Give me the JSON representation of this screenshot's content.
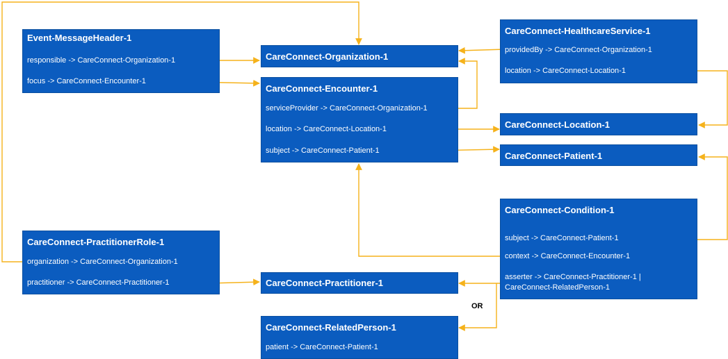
{
  "diagram": {
    "line_color": "#f5b21b",
    "box_color": "#0b5cbf",
    "or_label": "OR",
    "boxes": {
      "message_header": {
        "title": "Event-MessageHeader-1",
        "fields": [
          "responsible -> CareConnect-Organization-1",
          "focus -> CareConnect-Encounter-1"
        ]
      },
      "organization": {
        "title": "CareConnect-Organization-1"
      },
      "encounter": {
        "title": "CareConnect-Encounter-1",
        "fields": [
          "serviceProvider -> CareConnect-Organization-1",
          "location -> CareConnect-Location-1",
          "subject -> CareConnect-Patient-1"
        ]
      },
      "healthcare_service": {
        "title": "CareConnect-HealthcareService-1",
        "fields": [
          "providedBy -> CareConnect-Organization-1",
          "location -> CareConnect-Location-1"
        ]
      },
      "location": {
        "title": "CareConnect-Location-1"
      },
      "patient": {
        "title": "CareConnect-Patient-1"
      },
      "condition": {
        "title": "CareConnect-Condition-1",
        "fields": [
          "subject -> CareConnect-Patient-1",
          "context -> CareConnect-Encounter-1",
          "asserter -> CareConnect-Practitioner-1 | CareConnect-RelatedPerson-1"
        ]
      },
      "practitioner_role": {
        "title": "CareConnect-PractitionerRole-1",
        "fields": [
          "organization -> CareConnect-Organization-1",
          "practitioner -> CareConnect-Practitioner-1"
        ]
      },
      "practitioner": {
        "title": "CareConnect-Practitioner-1"
      },
      "related_person": {
        "title": "CareConnect-RelatedPerson-1",
        "fields": [
          "patient -> CareConnect-Patient-1"
        ]
      }
    }
  }
}
